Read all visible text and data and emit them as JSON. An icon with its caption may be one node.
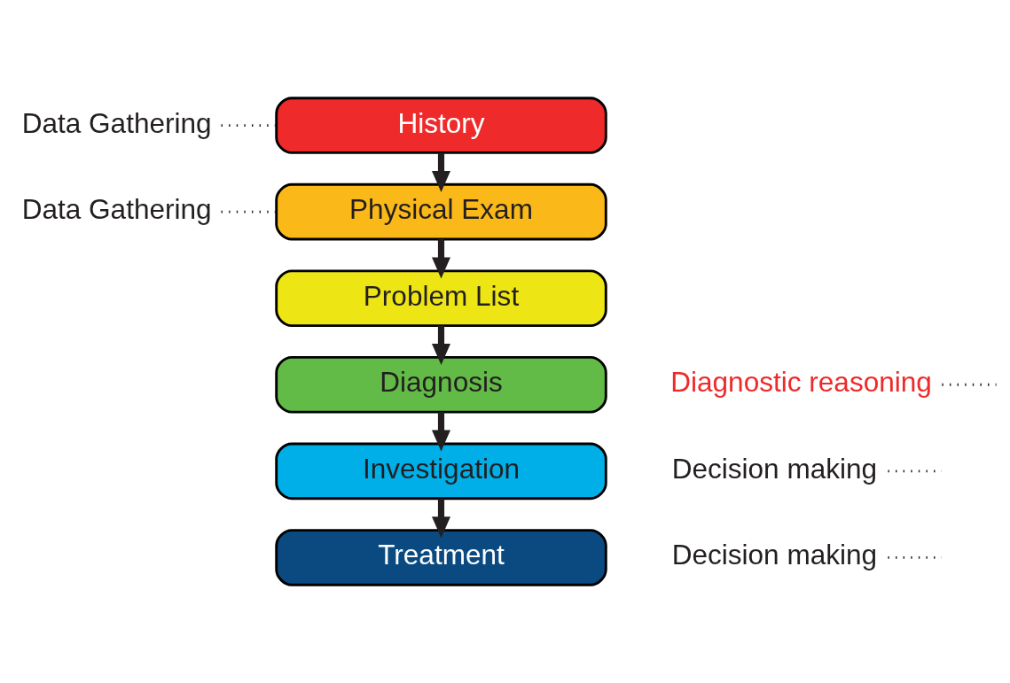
{
  "diagram": {
    "nodes": [
      {
        "text": [
          "History"
        ]
      },
      {
        "text": [
          "Physical Exam"
        ]
      },
      {
        "text": [
          "Problem List"
        ]
      },
      {
        "text": [
          "Diagnosis"
        ]
      },
      {
        "text": [
          "Investigation"
        ]
      },
      {
        "text": [
          "Treatment"
        ]
      },
      {
        "text": [
          "Data Gathering"
        ]
      },
      {
        "text": [
          "Data Gathering"
        ]
      },
      {
        "text": [
          "Diagnostic reasoning"
        ]
      },
      {
        "text": [
          "Decision making"
        ]
      },
      {
        "text": [
          "Decision making"
        ]
      }
    ],
    "edges": [
      {
        "from": 0,
        "to": 1,
        "arrow": "to",
        "style": "thick"
      },
      {
        "from": 1,
        "to": 2,
        "arrow": "to",
        "style": "thick"
      },
      {
        "from": 2,
        "to": 3,
        "arrow": "to",
        "style": "thick"
      },
      {
        "from": 3,
        "to": 4,
        "arrow": "to",
        "style": "thick"
      },
      {
        "from": 4,
        "to": 5,
        "arrow": "to",
        "style": "thick"
      },
      {
        "from": 6,
        "to": 0,
        "arrow": "none",
        "style": "dashed"
      },
      {
        "from": 7,
        "to": 1,
        "arrow": "none",
        "style": "dashed"
      },
      {
        "from": 8,
        "to": null,
        "arrow": "none",
        "style": "dashed"
      },
      {
        "from": 9,
        "to": null,
        "arrow": "none",
        "style": "dashed"
      },
      {
        "from": 10,
        "to": null,
        "arrow": "none",
        "style": "dashed"
      }
    ]
  }
}
